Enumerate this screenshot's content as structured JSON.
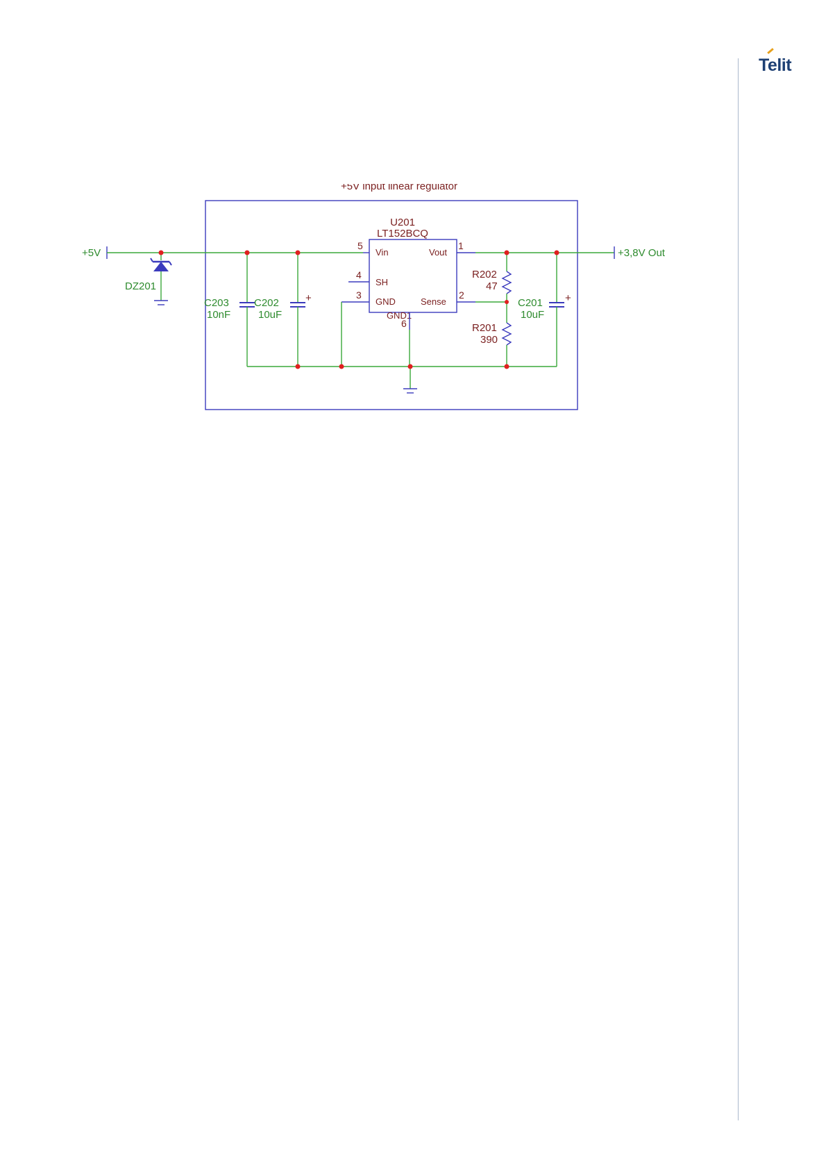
{
  "header": {
    "logo_text": "Telit",
    "logo_icon": "telit-logo-icon"
  },
  "schematic": {
    "title": "+5V input linear regulator",
    "input_label": "+5V",
    "output_label": "+3,8V Out",
    "ic": {
      "ref": "U201",
      "part": "LT152BCQ",
      "pins": [
        {
          "num": "5",
          "name": "Vin"
        },
        {
          "num": "4",
          "name": "SH"
        },
        {
          "num": "3",
          "name": "GND"
        },
        {
          "num": "1",
          "name": "Vout"
        },
        {
          "num": "2",
          "name": "Sense"
        },
        {
          "num": "6",
          "name": "GND1"
        }
      ]
    },
    "zener": {
      "ref": "DZ201"
    },
    "c203": {
      "ref": "C203",
      "value": "10nF"
    },
    "c202": {
      "ref": "C202",
      "value": "10uF"
    },
    "c201": {
      "ref": "C201",
      "value": "10uF"
    },
    "r202": {
      "ref": "R202",
      "value": "47"
    },
    "r201": {
      "ref": "R201",
      "value": "390"
    },
    "polarity_mark": "+",
    "colors": {
      "wire": "#3aa83a",
      "component": "#3b3bbd",
      "junction": "#e02020",
      "label_green": "#2e8b2e",
      "label_brown": "#7a1f1f"
    }
  }
}
